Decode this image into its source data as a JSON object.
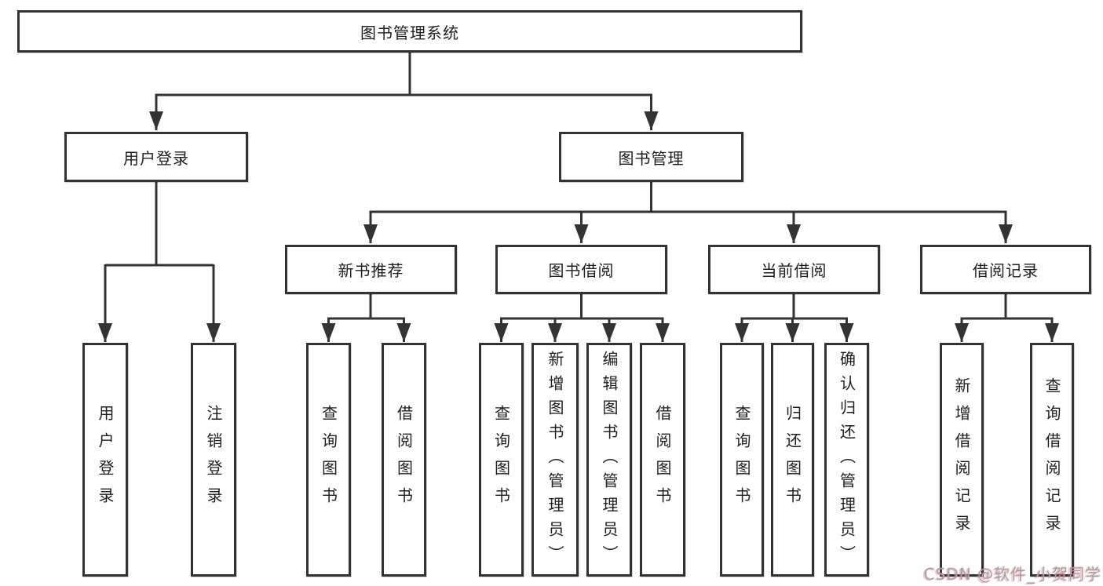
{
  "diagram": {
    "title": "图书管理系统",
    "watermark": "CSDN @软件_小贺同学",
    "colors": {
      "line": "#333333",
      "box_border": "#333333",
      "box_fill": "#ffffff",
      "text": "#1e1e1e",
      "watermark_gray": "#a3a3a3",
      "watermark_pink": "#ec6e82"
    },
    "tree": {
      "label": "图书管理系统",
      "children": [
        {
          "label": "用户登录",
          "children": [
            {
              "label": "用户登录"
            },
            {
              "label": "注销登录"
            }
          ]
        },
        {
          "label": "图书管理",
          "children": [
            {
              "label": "新书推荐",
              "children": [
                {
                  "label": "查询图书"
                },
                {
                  "label": "借阅图书"
                }
              ]
            },
            {
              "label": "图书借阅",
              "children": [
                {
                  "label": "查询图书"
                },
                {
                  "label": "新增图书（管理员）"
                },
                {
                  "label": "编辑图书（管理员）"
                },
                {
                  "label": "借阅图书"
                }
              ]
            },
            {
              "label": "当前借阅",
              "children": [
                {
                  "label": "查询图书"
                },
                {
                  "label": "归还图书"
                },
                {
                  "label": "确认归还（管理员）"
                }
              ]
            },
            {
              "label": "借阅记录",
              "children": [
                {
                  "label": "新增借阅记录"
                },
                {
                  "label": "查询借阅记录"
                }
              ]
            }
          ]
        }
      ]
    }
  }
}
